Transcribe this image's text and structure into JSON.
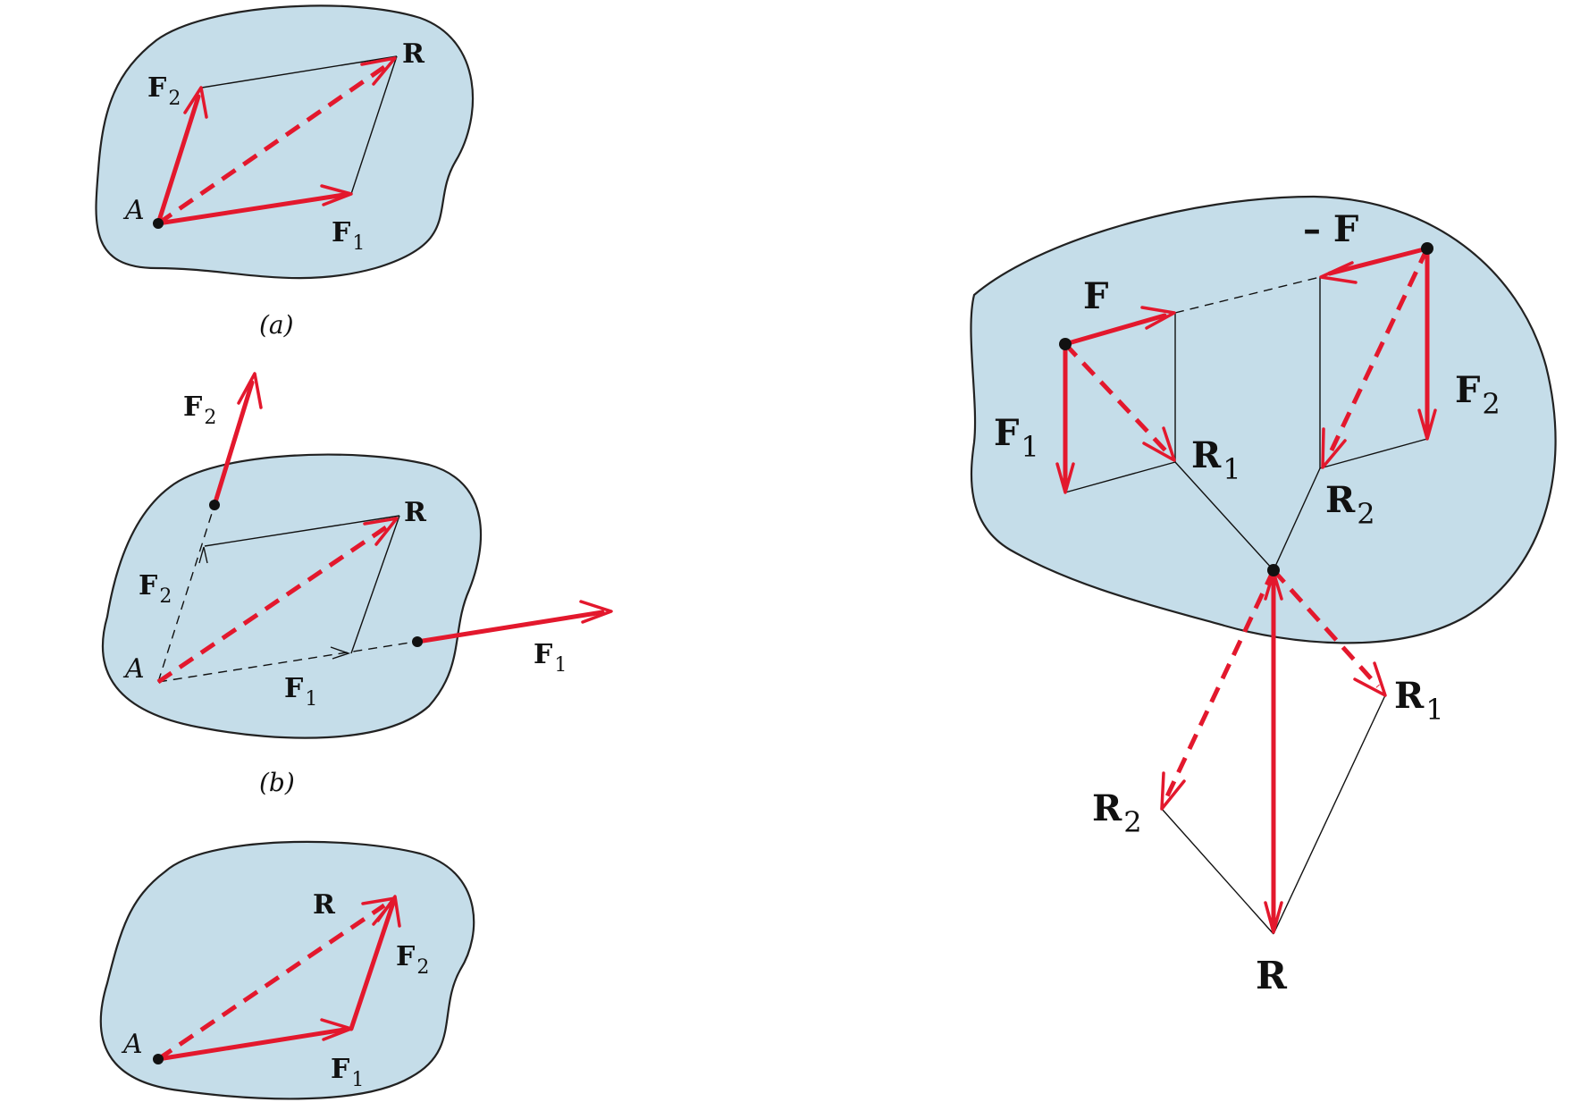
{
  "figure_a": {
    "caption": "(a)",
    "point": "A",
    "f1": {
      "main": "F",
      "sub": "1"
    },
    "f2": {
      "main": "F",
      "sub": "2"
    },
    "r": "R"
  },
  "figure_b": {
    "caption": "(b)",
    "point": "A",
    "f1_outer": {
      "main": "F",
      "sub": "1"
    },
    "f2_outer": {
      "main": "F",
      "sub": "2"
    },
    "f1_inner": {
      "main": "F",
      "sub": "1"
    },
    "f2_inner": {
      "main": "F",
      "sub": "2"
    },
    "r": "R"
  },
  "figure_c": {
    "point": "A",
    "f1": {
      "main": "F",
      "sub": "1"
    },
    "f2": {
      "main": "F",
      "sub": "2"
    },
    "r": "R"
  },
  "figure_right": {
    "f": "F",
    "neg_f": "– F",
    "f1": {
      "main": "F",
      "sub": "1"
    },
    "f2": {
      "main": "F",
      "sub": "2"
    },
    "r1_upper": {
      "main": "R",
      "sub": "1"
    },
    "r2_upper": {
      "main": "R",
      "sub": "2"
    },
    "r1_lower": {
      "main": "R",
      "sub": "1"
    },
    "r2_lower": {
      "main": "R",
      "sub": "2"
    },
    "r": "R"
  },
  "colors": {
    "body_fill": "#c5dde9",
    "force": "#e3182d",
    "outline": "#222222"
  }
}
